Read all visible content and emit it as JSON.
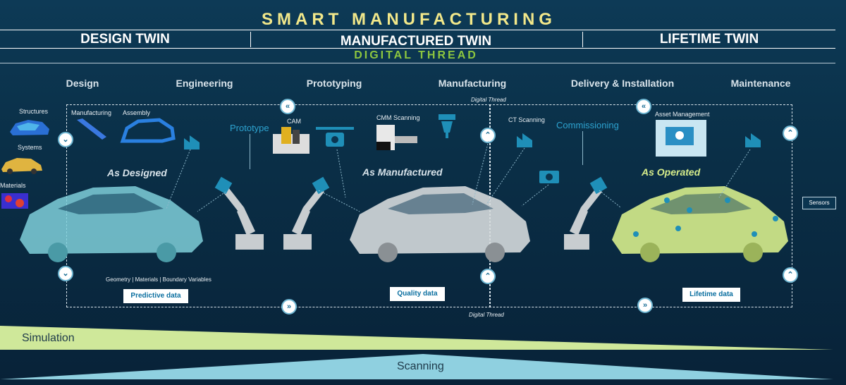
{
  "title": "SMART MANUFACTURING",
  "twins": {
    "design": "DESIGN TWIN",
    "manufactured": "MANUFACTURED TWIN",
    "lifetime": "LIFETIME TWIN"
  },
  "digital_thread_header": "DIGITAL THREAD",
  "stages": [
    "Design",
    "Engineering",
    "Prototyping",
    "Manufacturing",
    "Delivery & Installation",
    "Maintenance"
  ],
  "left_labels": {
    "structures": "Structures",
    "systems": "Systems",
    "materials": "Materials"
  },
  "small_labels": {
    "manufacturing": "Manufacturing",
    "assembly": "Assembly",
    "cam": "CAM",
    "cmm_scanning": "CMM Scanning",
    "ct_scanning": "CT Scanning",
    "asset_management": "Asset Management",
    "geometry": "Geometry | Materials | Boundary Variables"
  },
  "blue_labels": {
    "prototype": "Prototype",
    "commissioning": "Commissioning"
  },
  "as_labels": {
    "designed": "As Designed",
    "manufactured": "As Manufactured",
    "operated": "As Operated"
  },
  "data_boxes": {
    "predictive": "Predictive data",
    "quality": "Quality data",
    "lifetime": "Lifetime data"
  },
  "digital_thread_label": "Digital Thread",
  "sensors": "Sensors",
  "bars": {
    "simulation": "Simulation",
    "scanning": "Scanning"
  },
  "colors": {
    "title": "#f2e88a",
    "thread": "#8dc63f",
    "accent_blue": "#2da3d0",
    "designed_car": "#8fe0e8",
    "manufactured_car": "#d9dde0",
    "operated_car": "#d6ec8a"
  }
}
